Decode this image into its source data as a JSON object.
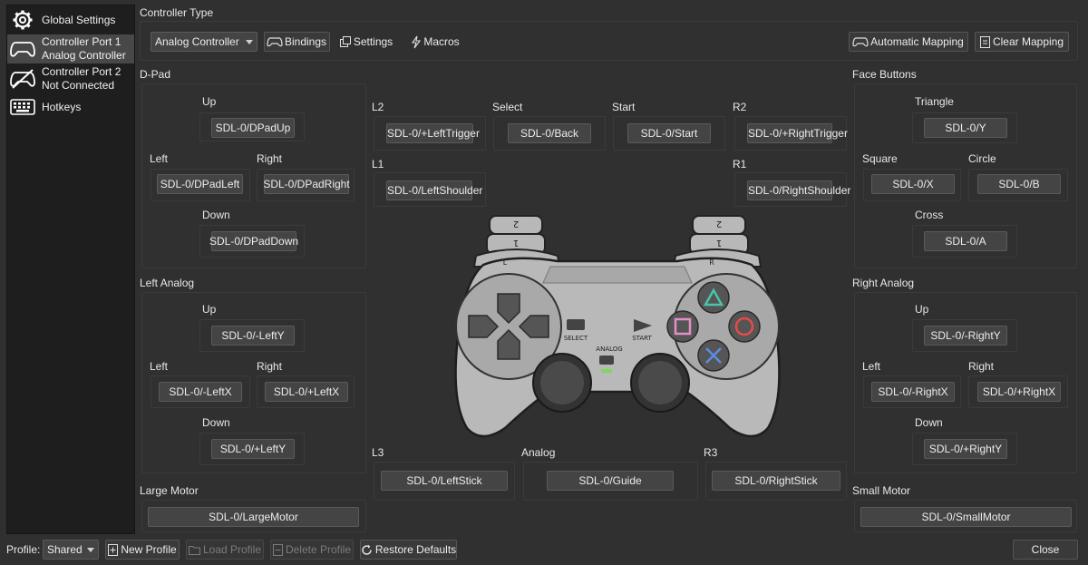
{
  "sidebar": {
    "items": [
      {
        "title": "Global Settings",
        "subtitle": "",
        "icon": "gear-icon"
      },
      {
        "title": "Controller Port 1",
        "subtitle": "Analog Controller",
        "icon": "gamepad-icon"
      },
      {
        "title": "Controller Port 2",
        "subtitle": "Not Connected",
        "icon": "gamepad-disconnected-icon"
      },
      {
        "title": "Hotkeys",
        "subtitle": "",
        "icon": "keyboard-icon"
      }
    ]
  },
  "controller_type": {
    "label": "Controller Type",
    "selected": "Analog Controller",
    "bindings_label": "Bindings",
    "settings_label": "Settings",
    "macros_label": "Macros",
    "automatic_mapping_label": "Automatic Mapping",
    "clear_mapping_label": "Clear Mapping"
  },
  "dpad": {
    "label": "D-Pad",
    "up_label": "Up",
    "up_binding": "SDL-0/DPadUp",
    "left_label": "Left",
    "left_binding": "SDL-0/DPadLeft",
    "right_label": "Right",
    "right_binding": "SDL-0/DPadRight",
    "down_label": "Down",
    "down_binding": "SDL-0/DPadDown"
  },
  "left_analog": {
    "label": "Left Analog",
    "up_label": "Up",
    "up_binding": "SDL-0/-LeftY",
    "left_label": "Left",
    "left_binding": "SDL-0/-LeftX",
    "right_label": "Right",
    "right_binding": "SDL-0/+LeftX",
    "down_label": "Down",
    "down_binding": "SDL-0/+LeftY"
  },
  "large_motor": {
    "label": "Large Motor",
    "binding": "SDL-0/LargeMotor"
  },
  "center": {
    "l2_label": "L2",
    "l2_binding": "SDL-0/+LeftTrigger",
    "select_label": "Select",
    "select_binding": "SDL-0/Back",
    "start_label": "Start",
    "start_binding": "SDL-0/Start",
    "r2_label": "R2",
    "r2_binding": "SDL-0/+RightTrigger",
    "l1_label": "L1",
    "l1_binding": "SDL-0/LeftShoulder",
    "r1_label": "R1",
    "r1_binding": "SDL-0/RightShoulder",
    "l3_label": "L3",
    "l3_binding": "SDL-0/LeftStick",
    "analog_label": "Analog",
    "analog_binding": "SDL-0/Guide",
    "r3_label": "R3",
    "r3_binding": "SDL-0/RightStick"
  },
  "controller_image": {
    "l_label": "L",
    "r_label": "R",
    "trigger_2": "2",
    "trigger_1": "1",
    "select_text": "SELECT",
    "start_text": "START",
    "analog_text": "ANALOG"
  },
  "face_buttons": {
    "label": "Face Buttons",
    "triangle_label": "Triangle",
    "triangle_binding": "SDL-0/Y",
    "square_label": "Square",
    "square_binding": "SDL-0/X",
    "circle_label": "Circle",
    "circle_binding": "SDL-0/B",
    "cross_label": "Cross",
    "cross_binding": "SDL-0/A"
  },
  "right_analog": {
    "label": "Right Analog",
    "up_label": "Up",
    "up_binding": "SDL-0/-RightY",
    "left_label": "Left",
    "left_binding": "SDL-0/-RightX",
    "right_label": "Right",
    "right_binding": "SDL-0/+RightX",
    "down_label": "Down",
    "down_binding": "SDL-0/+RightY"
  },
  "small_motor": {
    "label": "Small Motor",
    "binding": "SDL-0/SmallMotor"
  },
  "footer": {
    "profile_label": "Profile:",
    "profile_value": "Shared",
    "new_profile_label": "New Profile",
    "load_profile_label": "Load Profile",
    "delete_profile_label": "Delete Profile",
    "restore_defaults_label": "Restore Defaults",
    "close_label": "Close"
  }
}
